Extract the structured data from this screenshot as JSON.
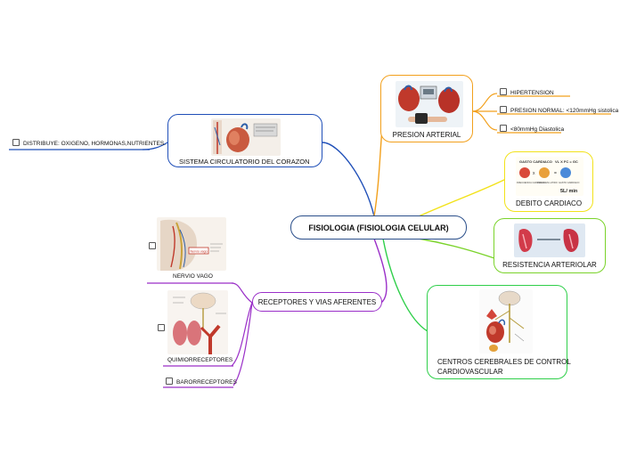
{
  "colors": {
    "center": "#2a4e8a",
    "sistema": "#1f4fb8",
    "presion": "#f2a01c",
    "debito": "#f2e21a",
    "resistencia": "#7ad32a",
    "centros": "#2fcf4a",
    "receptores": "#9a2fc8",
    "distribuye": "#1f4fb8"
  },
  "center": {
    "label": "FISIOLOGIA (FISIOLOGIA CELULAR)"
  },
  "sistema": {
    "label": "SISTEMA CIRCULATORIO DEL CORAZON",
    "child": "DISTRIBUYE: OXIGENO, HORMONAS,NUTRIENTES."
  },
  "presion": {
    "label": "PRESION ARTERIAL",
    "items": [
      "HIPERTENSION",
      "PRESION NORMAL: <120mmHg sistolica",
      "<80mmHg Diastolica"
    ]
  },
  "debito": {
    "label": "DEBITO CARDIACO",
    "image_text": {
      "top": "GASTO CARDIACO",
      "formula": "VL X FC = GC",
      "a": "FRECUENCIA CARDIACA",
      "b": "VOLUMEN LATIDO",
      "c": "GASTO CARDIACO",
      "result": "5L/ min"
    }
  },
  "resistencia": {
    "label": "RESISTENCIA ARTERIOLAR"
  },
  "centros": {
    "label_line1": "CENTROS CEREBRALES DE CONTROL",
    "label_line2": "CARDIOVASCULAR"
  },
  "receptores": {
    "label": "RECEPTORES Y VIAS AFERENTES",
    "children": [
      "NERVIO VAGO",
      "QUIMIORRECEPTORES",
      "BARORRECEPTORES"
    ],
    "vago_tag": "Nervio vago"
  }
}
